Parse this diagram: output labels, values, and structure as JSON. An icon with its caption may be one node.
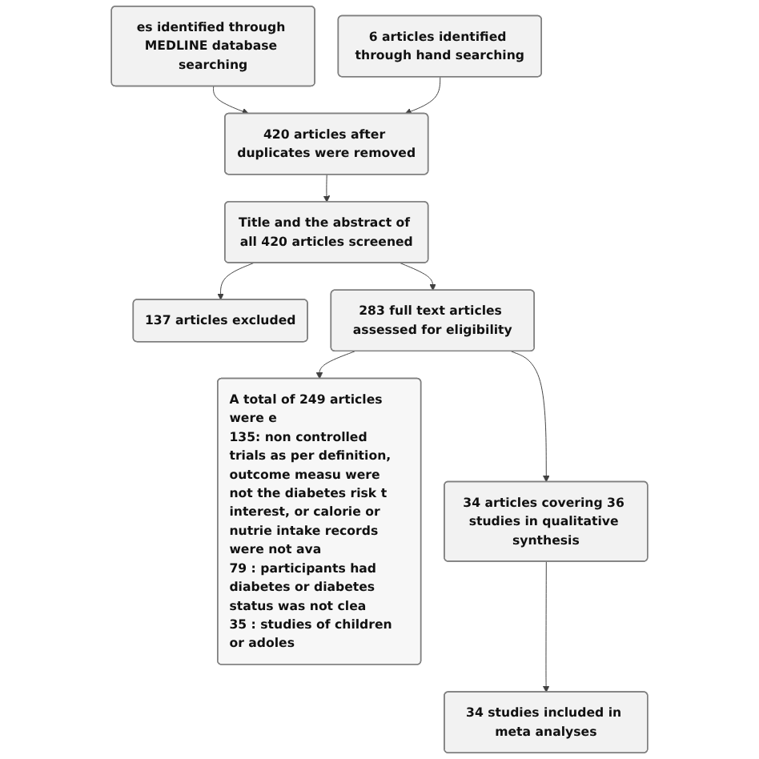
{
  "diagram": {
    "nodes": [
      {
        "text": [
          "es identified through MEDLINE database searching"
        ]
      },
      {
        "text": [
          "6 articles identified through hand searching"
        ]
      },
      {
        "text": [
          "420 articles after duplicates were removed"
        ]
      },
      {
        "text": [
          "Title and the abstract of all 420 articles screened"
        ]
      },
      {
        "text": [
          "137 articles excluded"
        ]
      },
      {
        "text": [
          "283 full text articles assessed for eligibility"
        ]
      },
      {
        "text": [
          "A total of 249 articles were e",
          "135: non controlled trials as per definition, outcome measu were not the diabetes risk t interest, or calorie or nutrie intake records were not ava",
          "79 : participants had diabetes or diabetes status was not clea",
          "35 : studies of children or adoles"
        ]
      },
      {
        "text": [
          "34 articles covering 36 studies in qualitative synthesis"
        ]
      },
      {
        "text": [
          "34 studies included in meta analyses"
        ]
      }
    ],
    "edges": [
      {
        "from": 0,
        "to": 2,
        "arrow": "to"
      },
      {
        "from": 1,
        "to": 2,
        "arrow": "to"
      },
      {
        "from": 2,
        "to": 3,
        "arrow": "to"
      },
      {
        "from": 3,
        "to": 4,
        "arrow": "to"
      },
      {
        "from": 3,
        "to": 5,
        "arrow": "to"
      },
      {
        "from": 5,
        "to": 6,
        "arrow": "to"
      },
      {
        "from": 5,
        "to": 7,
        "arrow": "to"
      },
      {
        "from": 7,
        "to": 8,
        "arrow": "to"
      }
    ]
  }
}
